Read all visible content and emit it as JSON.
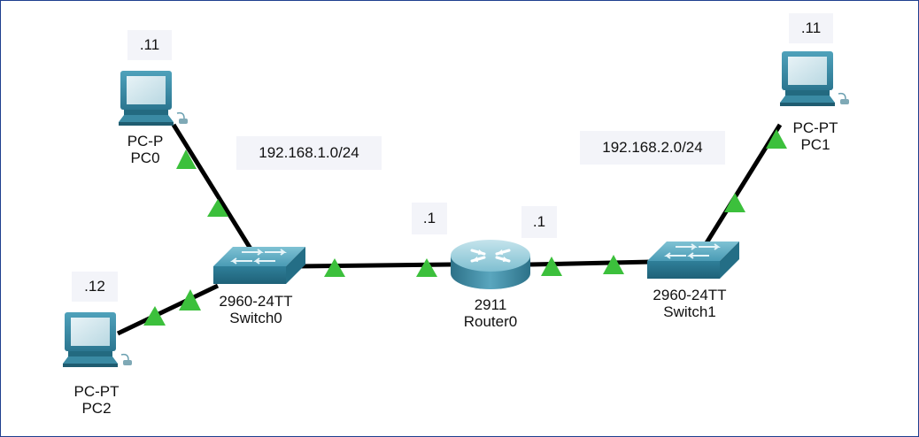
{
  "labels": {
    "pc0_ip": ".11",
    "pc1_ip": ".11",
    "pc2_ip": ".12",
    "router_left_ip": ".1",
    "router_right_ip": ".1",
    "net_left": "192.168.1.0/24",
    "net_right": "192.168.2.0/24"
  },
  "devices": {
    "pc0": {
      "model": "PC-P",
      "name": "PC0"
    },
    "pc1": {
      "model": "PC-PT",
      "name": "PC1"
    },
    "pc2": {
      "model": "PC-PT",
      "name": "PC2"
    },
    "switch0": {
      "model": "2960-24TT",
      "name": "Switch0"
    },
    "switch1": {
      "model": "2960-24TT",
      "name": "Switch1"
    },
    "router0": {
      "model": "2911",
      "name": "Router0"
    }
  },
  "colors": {
    "link": "#000000",
    "link_up": "#3cc03c",
    "device": "#3d8ea6",
    "border": "#1f3f8f"
  }
}
